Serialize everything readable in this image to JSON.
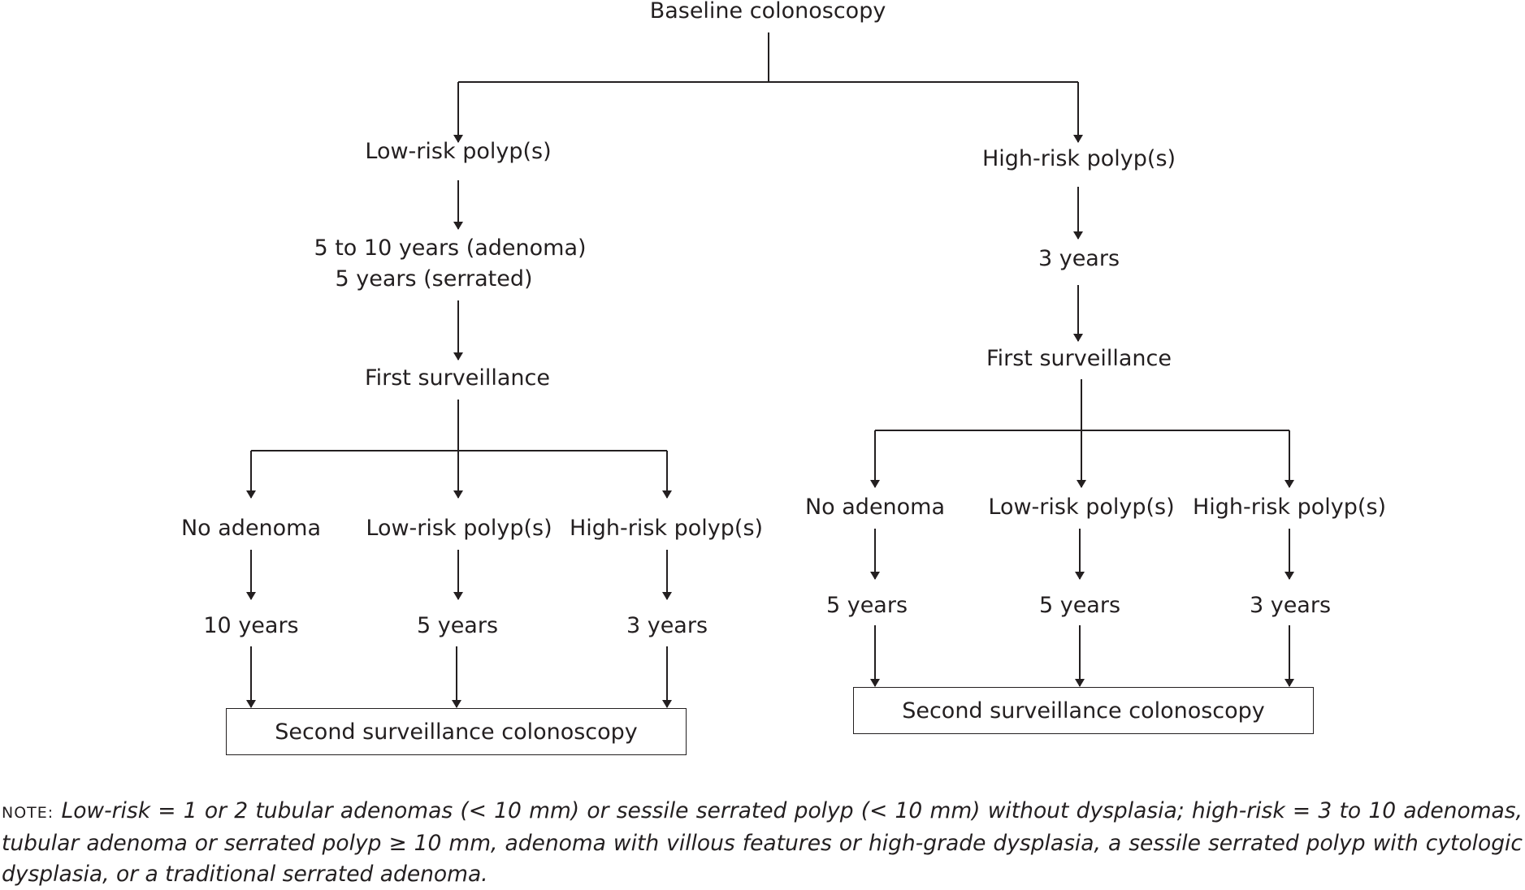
{
  "diagram": {
    "root": "Baseline colonoscopy",
    "left_branch": {
      "finding": "Low-risk polyp(s)",
      "interval_line1": "5 to 10 years (adenoma)",
      "interval_line2": "5 years (serrated)",
      "surveillance": "First surveillance",
      "outcomes": [
        {
          "label": "No adenoma",
          "interval": "10 years"
        },
        {
          "label": "Low-risk polyp(s)",
          "interval": "5 years"
        },
        {
          "label": "High-risk polyp(s)",
          "interval": "3 years"
        }
      ],
      "final": "Second surveillance colonoscopy"
    },
    "right_branch": {
      "finding": "High-risk polyp(s)",
      "interval": "3 years",
      "surveillance": "First surveillance",
      "outcomes": [
        {
          "label": "No adenoma",
          "interval": "5 years"
        },
        {
          "label": "Low-risk polyp(s)",
          "interval": "5 years"
        },
        {
          "label": "High-risk polyp(s)",
          "interval": "3 years"
        }
      ],
      "final": "Second surveillance colonoscopy"
    }
  },
  "note": {
    "prefix": "NOTE:",
    "text": "Low-risk = 1 or 2 tubular adenomas (< 10 mm) or sessile serrated polyp (< 10 mm) without dysplasia; high-risk = 3 to 10 adenomas, tubular adenoma or serrated polyp ≥ 10 mm, adenoma with villous features or high-grade dysplasia, a sessile serrated polyp with cytologic dysplasia, or a traditional serrated adenoma."
  }
}
